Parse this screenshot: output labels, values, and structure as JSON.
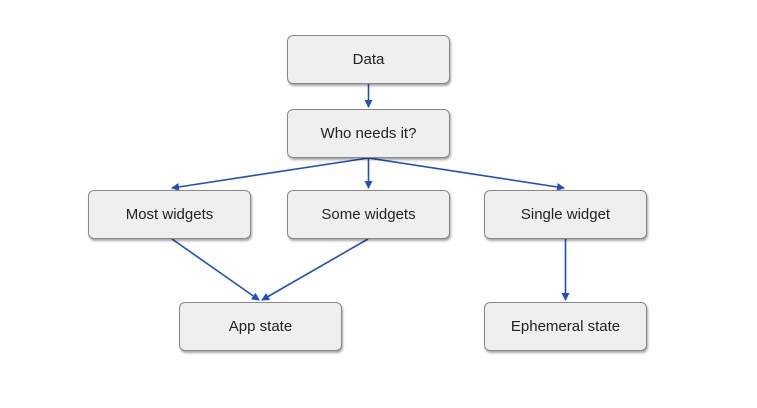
{
  "diagram": {
    "nodes": {
      "data": "Data",
      "who_needs_it": "Who needs it?",
      "most_widgets": "Most widgets",
      "some_widgets": "Some widgets",
      "single_widget": "Single widget",
      "app_state": "App state",
      "ephemeral_state": "Ephemeral state"
    },
    "edges": [
      {
        "from": "Data",
        "to": "Who needs it?"
      },
      {
        "from": "Who needs it?",
        "to": "Most widgets"
      },
      {
        "from": "Who needs it?",
        "to": "Some widgets"
      },
      {
        "from": "Who needs it?",
        "to": "Single widget"
      },
      {
        "from": "Most widgets",
        "to": "App state"
      },
      {
        "from": "Some widgets",
        "to": "App state"
      },
      {
        "from": "Single widget",
        "to": "Ephemeral state"
      }
    ],
    "colors": {
      "arrow": "#1f4fbf",
      "node_fill": "#efefef",
      "node_border": "#888888"
    }
  }
}
